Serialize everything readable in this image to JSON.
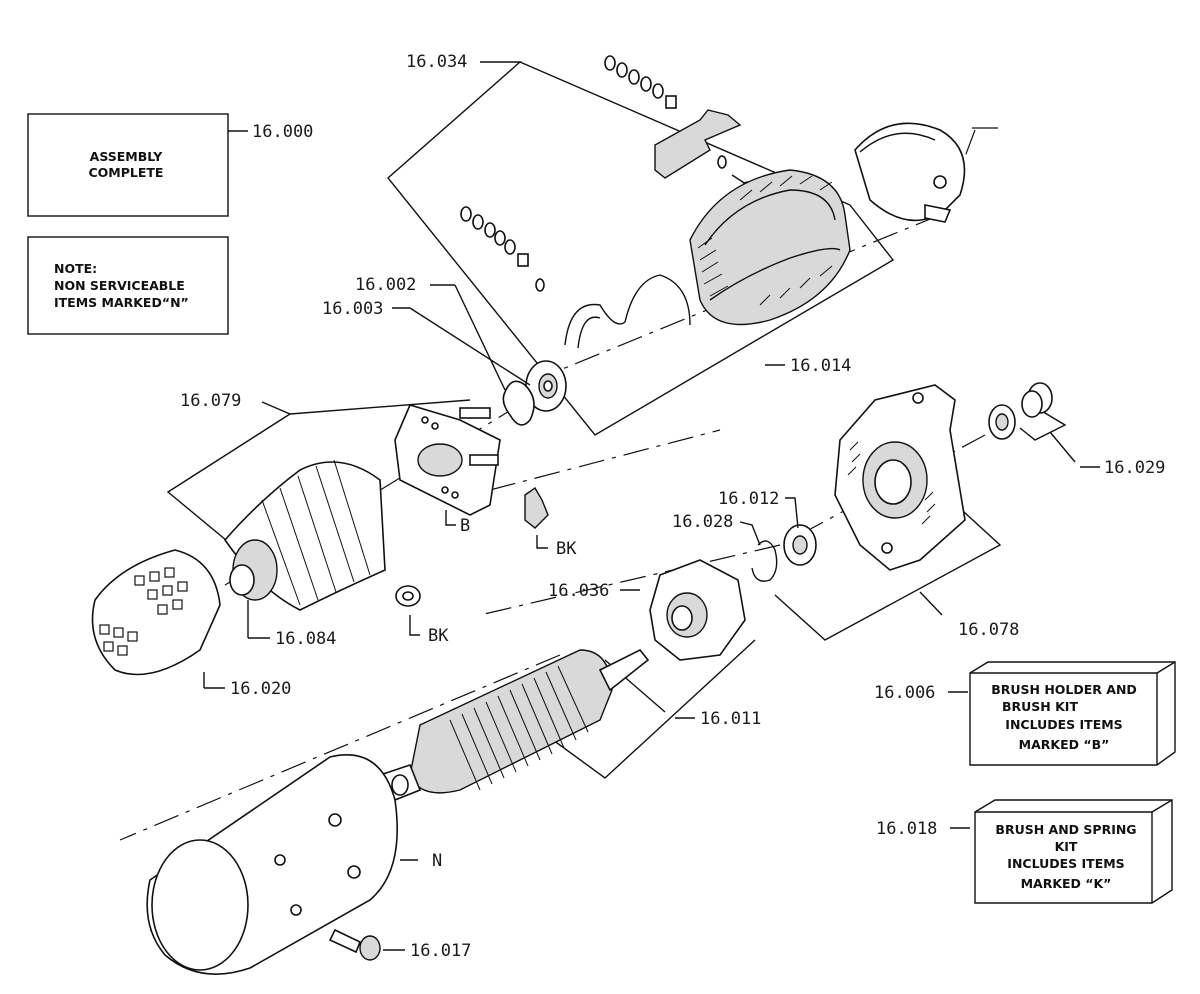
{
  "boxes": {
    "assembly": {
      "lines": [
        "ASSEMBLY",
        "COMPLETE"
      ],
      "part_no": "16.000"
    },
    "note": {
      "lines": [
        "NOTE:",
        "NON SERVICEABLE",
        "ITEMS MARKED“N”"
      ]
    },
    "brush_holder_kit": {
      "lines": [
        "BRUSH HOLDER AND",
        "BRUSH KIT",
        "INCLUDES ITEMS",
        "MARKED  “B”"
      ],
      "part_no": "16.006"
    },
    "brush_spring_kit": {
      "lines": [
        "BRUSH AND SPRING",
        "KIT",
        "INCLUDES ITEMS",
        "MARKED  “K”"
      ],
      "part_no": "16.018"
    }
  },
  "part_labels": {
    "p16_034": "16.034",
    "p16_002": "16.002",
    "p16_003": "16.003",
    "p16_014": "16.014",
    "p16_079": "16.079",
    "p16_029": "16.029",
    "p16_012": "16.012",
    "p16_028": "16.028",
    "p16_036": "16.036",
    "p16_078": "16.078",
    "p16_084": "16.084",
    "p16_020": "16.020",
    "p16_011": "16.011",
    "p16_017": "16.017",
    "mark_b": "B",
    "mark_bk_1": "BK",
    "mark_bk_2": "BK",
    "mark_n": "N"
  }
}
